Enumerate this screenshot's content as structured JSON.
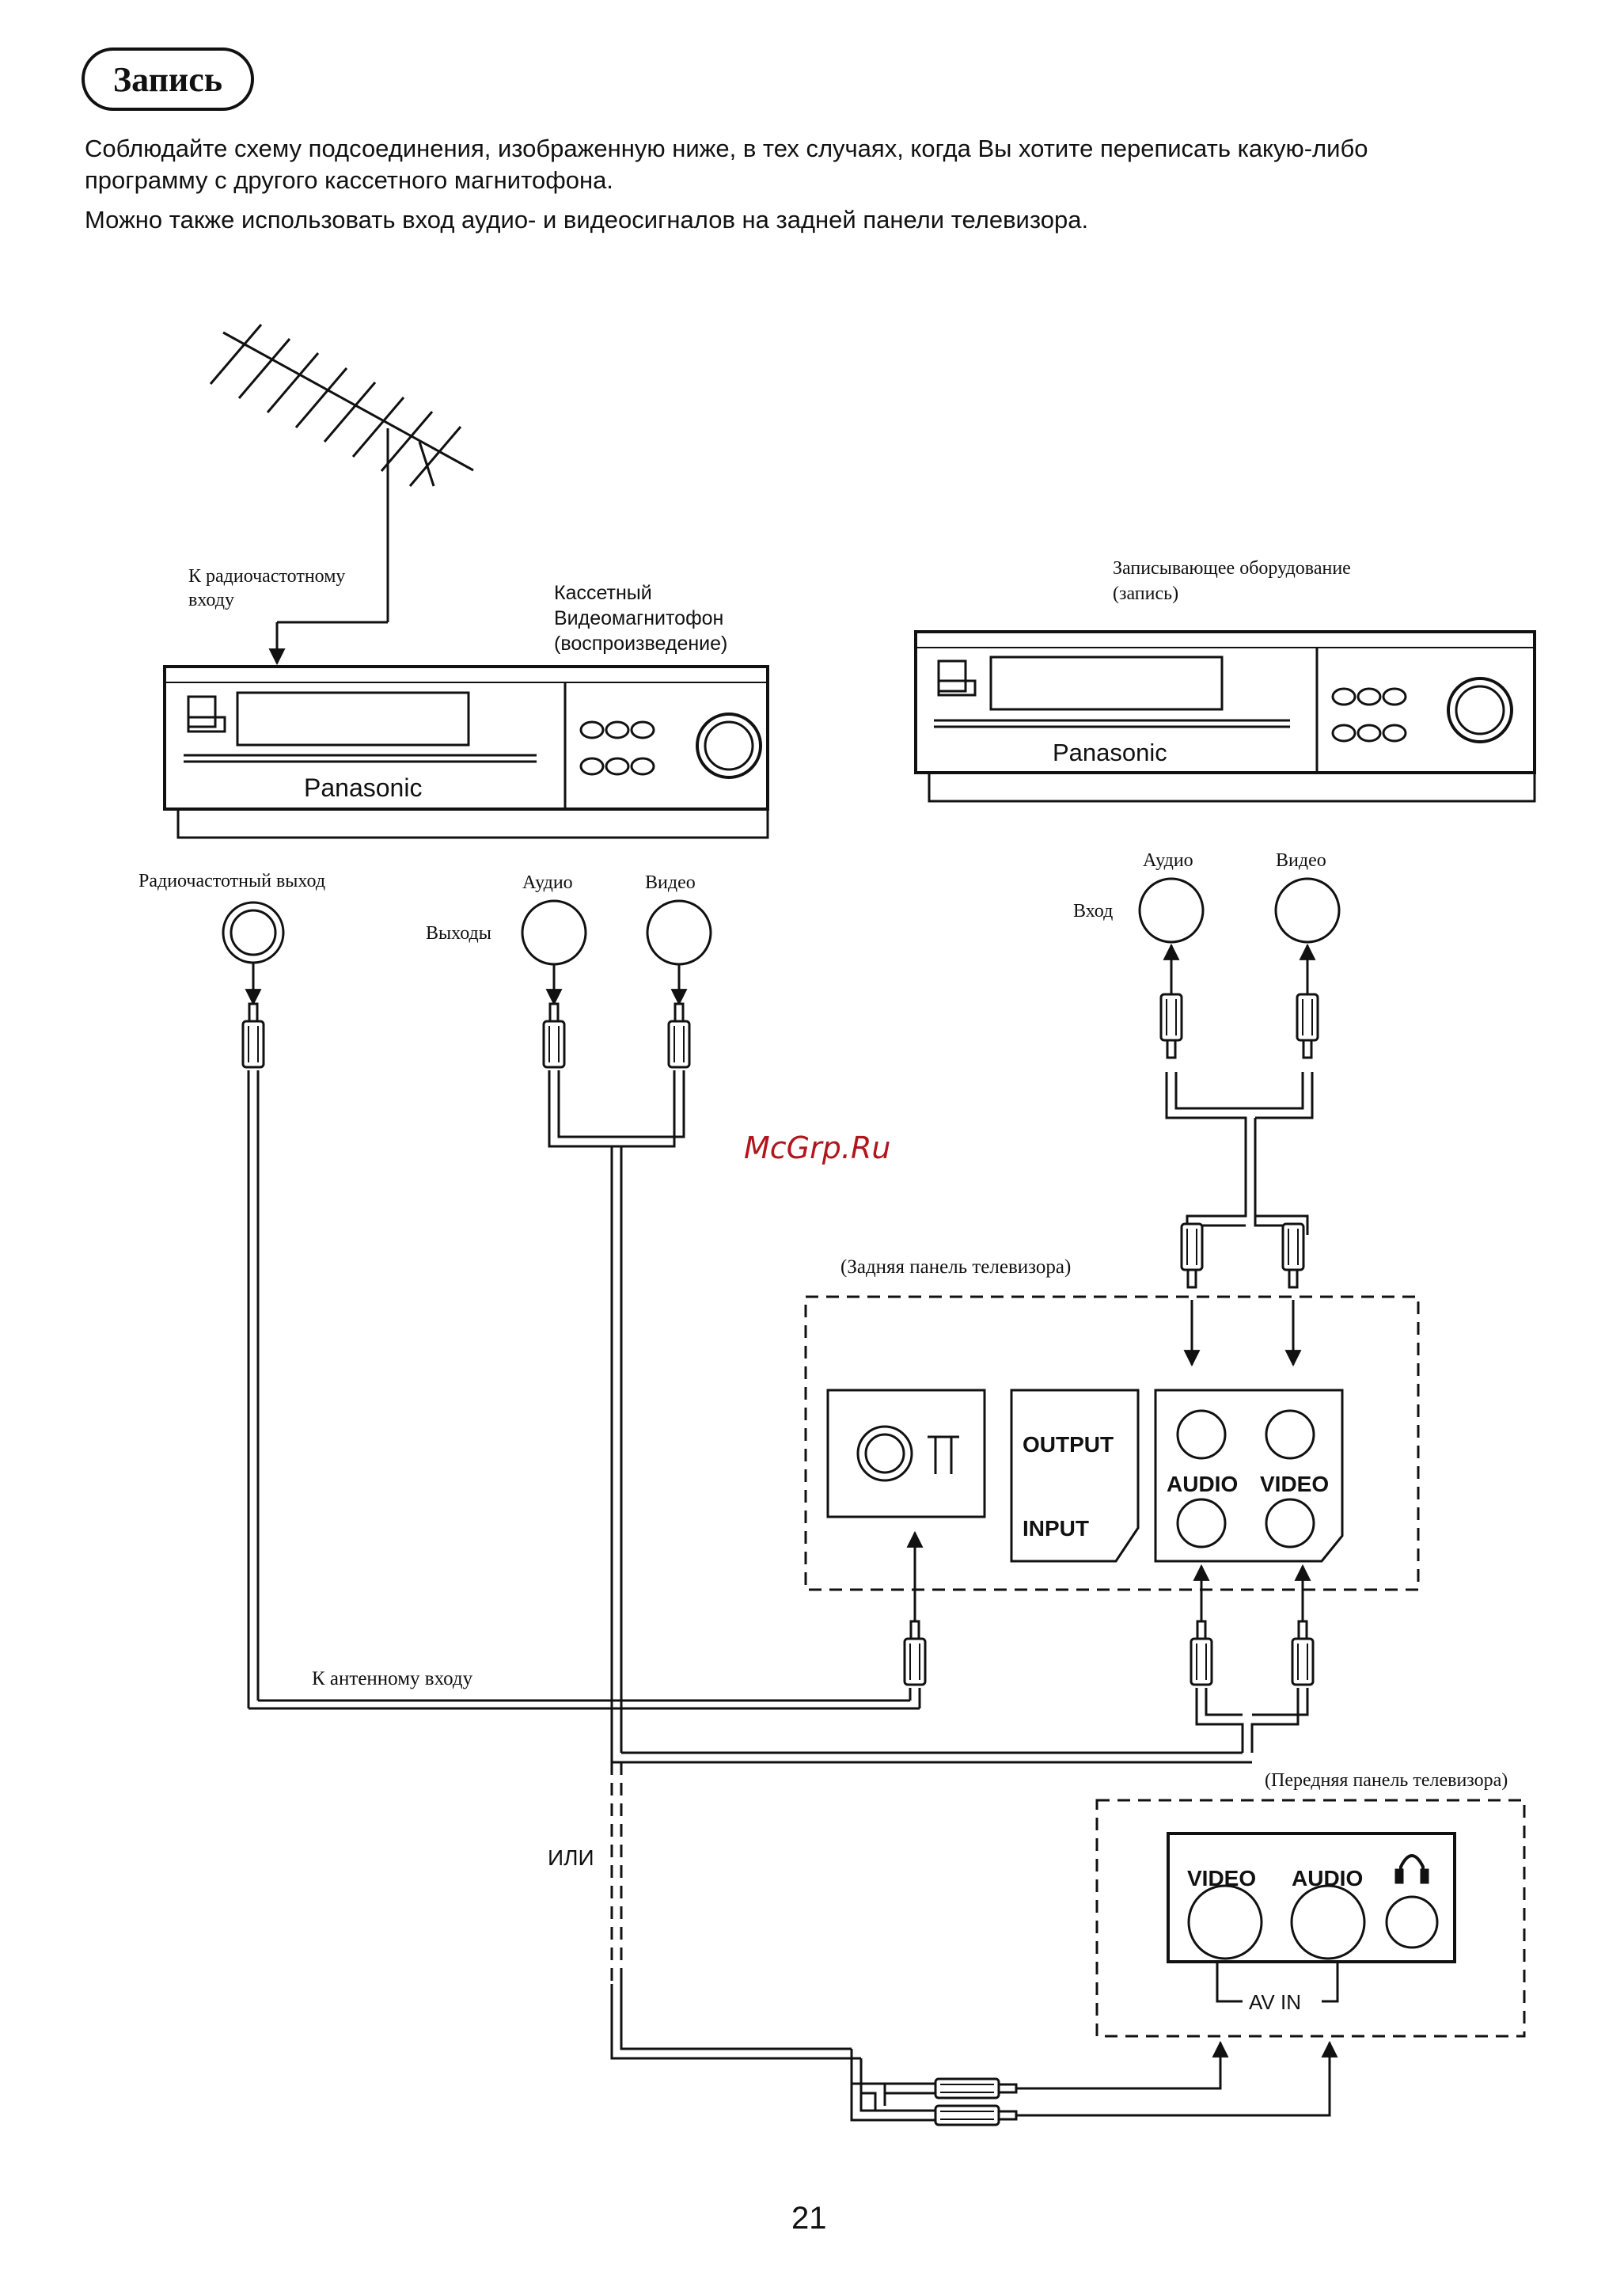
{
  "title": "Запись",
  "intro": {
    "line1": "Соблюдайте схему подсоединения, изображенную ниже, в тех случаях, когда Вы хотите переписать какую-либо",
    "line2": "программу с другого кассетного магнитофона.",
    "line3": "Можно также использовать вход аудио- и видеосигналов на задней панели телевизора."
  },
  "labels": {
    "to_rf_input_1": "К радиочастотному",
    "to_rf_input_2": "входу",
    "vcr_play_1": "Кассетный",
    "vcr_play_2": "Видеомагнитофон",
    "vcr_play_3": "(воспроизведение)",
    "recorder_1": "Записывающее оборудование",
    "recorder_2": "(запись)",
    "brand": "Panasonic",
    "rf_output": "Радиочастотный выход",
    "audio": "Аудио",
    "video": "Видео",
    "outputs": "Выходы",
    "input": "Вход",
    "tv_rear": "(Задняя панель телевизора)",
    "output_en": "OUTPUT",
    "input_en": "INPUT",
    "audio_en": "AUDIO",
    "video_en": "VIDEO",
    "to_antenna": "К антенному входу",
    "or": "ИЛИ",
    "tv_front": "(Передняя панель телевизора)",
    "av_in": "AV IN"
  },
  "watermark": "McGrp.Ru",
  "page_number": "21",
  "icons": [
    "antenna-icon",
    "headphones-icon",
    "arrow-icon",
    "rca-plug-icon"
  ]
}
